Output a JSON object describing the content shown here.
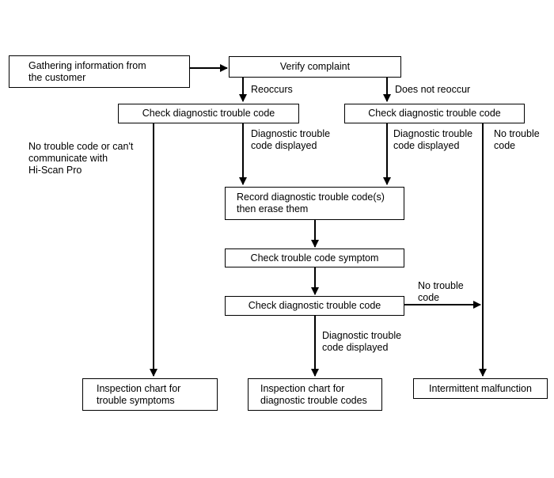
{
  "nodes": {
    "gather_info": "Gathering information from\nthe customer",
    "verify_complaint": "Verify complaint",
    "check_dtc_left": "Check diagnostic trouble code",
    "check_dtc_right": "Check diagnostic trouble code",
    "record_dtc": "Record diagnostic trouble code(s)\nthen erase them",
    "check_symptom": "Check trouble code symptom",
    "check_dtc_mid": "Check diagnostic trouble code",
    "chart_symptoms": "Inspection chart for\ntrouble symptoms",
    "chart_dtc": "Inspection chart for\ndiagnostic trouble codes",
    "intermittent": "Intermittent malfunction"
  },
  "edge_labels": {
    "reoccurs": "Reoccurs",
    "does_not_reoccur": "Does not reoccur",
    "no_code_or_comm": "No trouble code or can't\ncommunicate with\nHi-Scan Pro",
    "dtc_displayed_left": "Diagnostic trouble\ncode displayed",
    "dtc_displayed_right": "Diagnostic trouble\ncode displayed",
    "no_code_right": "No trouble\ncode",
    "no_code_mid": "No trouble\ncode",
    "dtc_displayed_mid": "Diagnostic trouble\ncode displayed"
  }
}
